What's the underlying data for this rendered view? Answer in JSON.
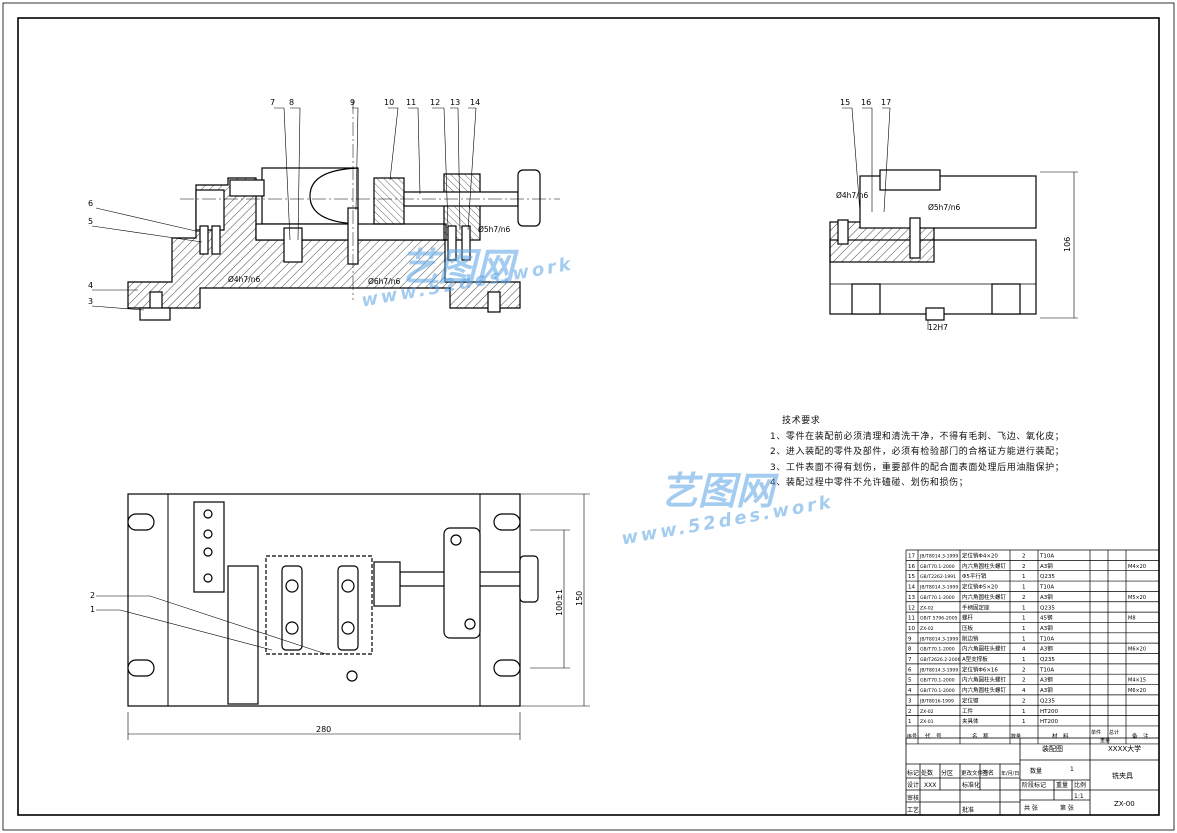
{
  "callouts_front": [
    "7",
    "8",
    "9",
    "10",
    "11",
    "12",
    "13",
    "14"
  ],
  "callouts_left": [
    "6",
    "5",
    "4",
    "3"
  ],
  "callouts_side": [
    "15",
    "16",
    "17"
  ],
  "callouts_plan": [
    "2",
    "1"
  ],
  "fits": {
    "front_a": "Ø4h7/n6",
    "front_b": "Ø6h7/n6",
    "front_c": "Ø5h7/n6",
    "side_a": "Ø4h7/n6",
    "side_b": "Ø5h7/n6",
    "side_key": "12H7"
  },
  "dimensions": {
    "side_height": "106",
    "plan_width": "280",
    "plan_height": "150",
    "plan_inner": "100±1"
  },
  "requirements": {
    "title": "技术要求",
    "items": [
      "1、零件在装配前必须清理和清洗干净，不得有毛刺、飞边、氧化皮；",
      "2、进入装配的零件及部件，必须有检验部门的合格证方能进行装配；",
      "3、工件表面不得有划伤，重要部件的配合面表面处理后用油脂保护；",
      "4、装配过程中零件不允许磕碰、划伤和损伤；"
    ]
  },
  "bom": {
    "rows": [
      {
        "no": "17",
        "code": "JB/T8014.3-1999",
        "name": "定位销Φ4×20",
        "qty": "2",
        "mat": "T10A",
        "note": ""
      },
      {
        "no": "16",
        "code": "GB/T70.1-2000",
        "name": "内六角圆柱头螺钉",
        "qty": "2",
        "mat": "A3钢",
        "note": "M4×20"
      },
      {
        "no": "15",
        "code": "GB/T2262-1991",
        "name": "Φ5平行销",
        "qty": "1",
        "mat": "Q235",
        "note": ""
      },
      {
        "no": "14",
        "code": "JB/T8014.3-1999",
        "name": "定位销Φ5×20",
        "qty": "1",
        "mat": "T10A",
        "note": ""
      },
      {
        "no": "13",
        "code": "GB/T70.1-2000",
        "name": "内六角圆柱头螺钉",
        "qty": "2",
        "mat": "A3钢",
        "note": "M5×20"
      },
      {
        "no": "12",
        "code": "ZX-02",
        "name": "手柄固定座",
        "qty": "1",
        "mat": "Q235",
        "note": ""
      },
      {
        "no": "11",
        "code": "GB/T 5796-2005",
        "name": "螺杆",
        "qty": "1",
        "mat": "45钢",
        "note": "M8"
      },
      {
        "no": "10",
        "code": "ZX-02",
        "name": "压板",
        "qty": "1",
        "mat": "A3钢",
        "note": ""
      },
      {
        "no": "9",
        "code": "JB/T8014.3-1999",
        "name": "削边销",
        "qty": "1",
        "mat": "T10A",
        "note": ""
      },
      {
        "no": "8",
        "code": "GB/T70.1-2000",
        "name": "内六角圆柱头螺钉",
        "qty": "4",
        "mat": "A3钢",
        "note": "M6×20"
      },
      {
        "no": "7",
        "code": "GB/T2626.2-2006",
        "name": "A型支撑板",
        "qty": "1",
        "mat": "Q235",
        "note": ""
      },
      {
        "no": "6",
        "code": "JB/T8014.3-1999",
        "name": "定位销Φ6×16",
        "qty": "2",
        "mat": "T10A",
        "note": ""
      },
      {
        "no": "5",
        "code": "GB/T70.1-2000",
        "name": "内六角圆柱头螺钉",
        "qty": "2",
        "mat": "A3钢",
        "note": "M4×15"
      },
      {
        "no": "4",
        "code": "GB/T70.1-2000",
        "name": "内六角圆柱头螺钉",
        "qty": "4",
        "mat": "A3钢",
        "note": "M6×20"
      },
      {
        "no": "3",
        "code": "JB/T8016-1999",
        "name": "定位键",
        "qty": "2",
        "mat": "Q235",
        "note": ""
      },
      {
        "no": "2",
        "code": "ZX-02",
        "name": "工件",
        "qty": "1",
        "mat": "HT200",
        "note": ""
      },
      {
        "no": "1",
        "code": "ZX-01",
        "name": "夹具体",
        "qty": "1",
        "mat": "HT200",
        "note": ""
      }
    ],
    "header": {
      "no": "序号",
      "code": "代　号",
      "name": "名　称",
      "qty": "数量",
      "mat": "材　料",
      "unit": "单件",
      "total": "总计",
      "weight": "重量",
      "note": "备　注"
    }
  },
  "title_block": {
    "drawing_title": "装配图",
    "school": "XXXX大学",
    "part_name": "铣夹具",
    "drawing_no": "ZX-00",
    "qty_label": "数量",
    "qty_value": "1",
    "stage_label": "阶段标记",
    "weight_label": "重量",
    "scale_label": "比例",
    "scale_value": "1:1",
    "sheet_label": "共  张",
    "sheet_of": "第  张",
    "mark_label": "标记",
    "count_label": "处数",
    "zone_label": "分区",
    "change_label": "更改文件号",
    "sign_label": "签名",
    "date_label": "年/月/日",
    "design_label": "设计",
    "design_name": "XXX",
    "std_label": "标准化",
    "check_label": "审核",
    "process_label": "工艺",
    "approve_label": "批准"
  },
  "watermark": {
    "brand": "艺图网",
    "url": "www.52des.work"
  },
  "colors": {
    "line": "#000000",
    "watermark": "#5aa4e4"
  }
}
